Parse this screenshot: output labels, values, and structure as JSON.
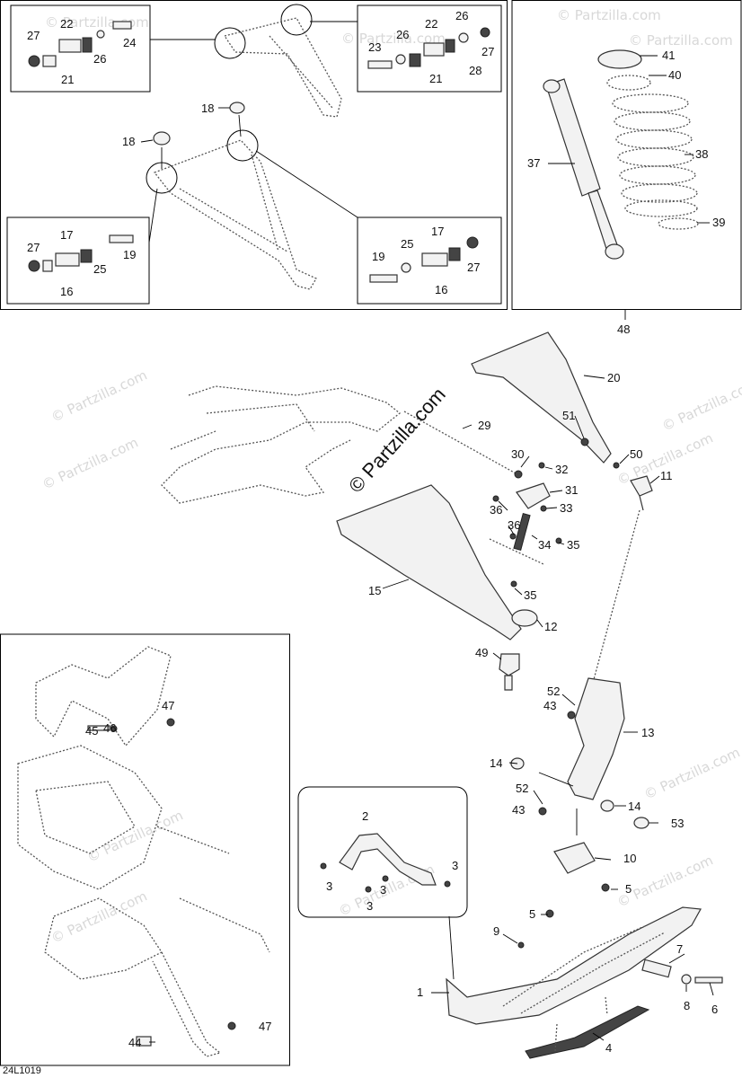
{
  "diagram_code": "24L1019",
  "watermark_text": "© Partzilla.com",
  "brand_overlay": "© Partzilla.com",
  "callouts": {
    "c1": "1",
    "c2": "2",
    "c3": "3",
    "c4": "4",
    "c5": "5",
    "c6": "6",
    "c7": "7",
    "c8": "8",
    "c9": "9",
    "c10": "10",
    "c11": "11",
    "c12": "12",
    "c13": "13",
    "c14": "14",
    "c15": "15",
    "c16": "16",
    "c17": "17",
    "c18": "18",
    "c19": "19",
    "c20": "20",
    "c21": "21",
    "c22": "22",
    "c23": "23",
    "c24": "24",
    "c25": "25",
    "c26": "26",
    "c27": "27",
    "c28": "28",
    "c29": "29",
    "c30": "30",
    "c31": "31",
    "c32": "32",
    "c33": "33",
    "c34": "34",
    "c35": "35",
    "c36": "36",
    "c37": "37",
    "c38": "38",
    "c39": "39",
    "c40": "40",
    "c41": "41",
    "c43": "43",
    "c44": "44",
    "c45": "45",
    "c46": "46",
    "c47": "47",
    "c48": "48",
    "c49": "49",
    "c50": "50",
    "c51": "51",
    "c52": "52",
    "c53": "53"
  }
}
